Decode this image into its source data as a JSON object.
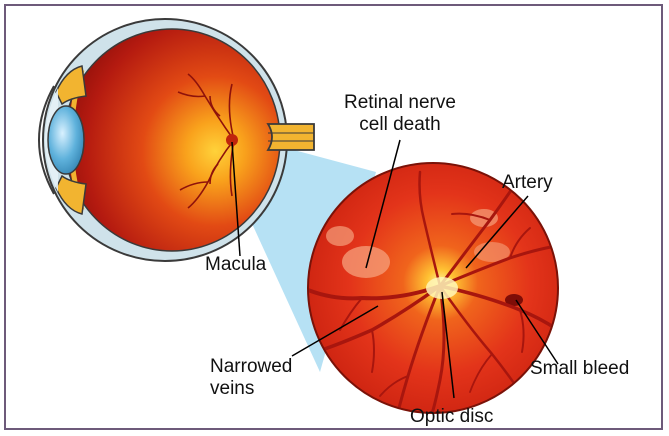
{
  "labels": {
    "retinal": [
      "Retinal nerve",
      "cell death"
    ],
    "artery": "Artery",
    "macula": "Macula",
    "narrowed": [
      "Narrowed",
      "veins"
    ],
    "small_bleed": "Small bleed",
    "optic_disc": "Optic disc"
  },
  "colors": {
    "frame": "#6d5a7a",
    "retina_red": "#e8321a",
    "vessel": "#a8160e",
    "sclera": "#cfe2ea",
    "lens": "#4aa3d0",
    "iris_gold": "#f2b430",
    "zoom_cone": "#a9dcf2"
  }
}
